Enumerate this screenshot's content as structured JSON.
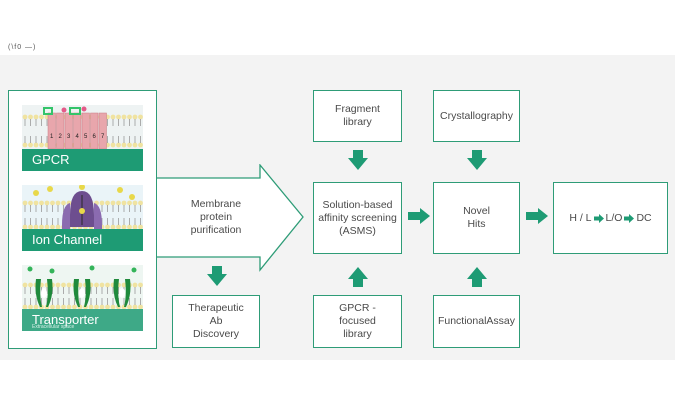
{
  "header_fragment": "(\\f0 —)",
  "inputs": {
    "gpcr": {
      "label": "GPCR",
      "numbers": [
        "1",
        "2",
        "3",
        "4",
        "5",
        "6",
        "7"
      ]
    },
    "ion_channel": {
      "label": "Ion Channel"
    },
    "transporter": {
      "label": "Transporter",
      "caption": "Extracellular space"
    }
  },
  "purification_label": "Membrane\nprotein\npurification",
  "boxes": {
    "therapeutic": "Therapeutic\nAb\nDiscovery",
    "fragment": "Fragment\nlibrary",
    "asms": "Solution-based\naffinity screening\n(ASMS)",
    "gpcr_library": "GPCR -\nfocused\nlibrary",
    "crystallography": "Crystallography",
    "novel_hits": "Novel\nHits",
    "functional_assay": "FunctionalAssay",
    "hl": {
      "h": "H / L",
      "lo": "L/O",
      "dc": "DC"
    }
  },
  "colors": {
    "accent": "#1e9b74",
    "border": "#2e9c77",
    "band": "#f3f3f3",
    "text": "#4a4a4a"
  }
}
